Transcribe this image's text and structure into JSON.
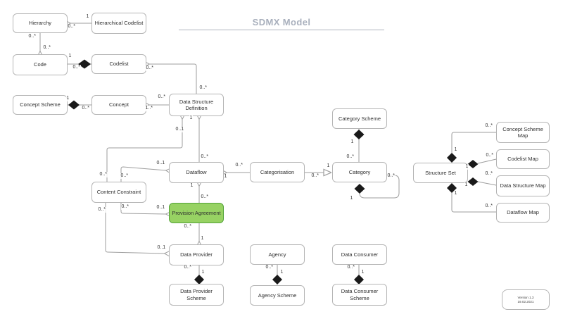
{
  "title": "SDMX Model",
  "version": {
    "line1": "Version 1.3",
    "line2": "19.02.2021"
  },
  "colors": {
    "highlight_fill": "#97d263",
    "highlight_border": "#54a339",
    "node_border": "#b5b5b5",
    "connector": "#9e9e9e",
    "title_color": "#a9b0bd",
    "diamond": "#1a1a1a"
  },
  "nodes": {
    "hierarchy": {
      "label": "Hierarchy"
    },
    "hierarchical_codelist": {
      "label": "Hierarchical Codelist"
    },
    "code": {
      "label": "Code"
    },
    "codelist": {
      "label": "Codelist"
    },
    "concept_scheme": {
      "label": "Concept Scheme"
    },
    "concept": {
      "label": "Concept"
    },
    "data_structure_definition": {
      "label": "Data Structure Definition"
    },
    "category_scheme": {
      "label": "Category Scheme"
    },
    "dataflow": {
      "label": "Dataflow"
    },
    "categorisation": {
      "label": "Categorisation"
    },
    "category": {
      "label": "Category"
    },
    "content_constraint": {
      "label": "Content Constraint"
    },
    "provision_agreement": {
      "label": "Provision Agreement"
    },
    "structure_set": {
      "label": "Structure Set"
    },
    "concept_scheme_map": {
      "label": "Concept Scheme Map"
    },
    "codelist_map": {
      "label": "Codelist Map"
    },
    "data_structure_map": {
      "label": "Data Structure Map"
    },
    "dataflow_map": {
      "label": "Dataflow Map"
    },
    "data_provider": {
      "label": "Data Provider"
    },
    "agency": {
      "label": "Agency"
    },
    "data_consumer": {
      "label": "Data Consumer"
    },
    "data_provider_scheme": {
      "label": "Data Provider Scheme"
    },
    "agency_scheme": {
      "label": "Agency Scheme"
    },
    "data_consumer_scheme": {
      "label": "Data Consumer Scheme"
    }
  },
  "edges": {
    "hierarchicalcodelist_hierarchy": {
      "source_label": "1",
      "target_label": "0..*"
    },
    "hierarchy_code": {
      "source_label": "0..*",
      "target_label": "0..*"
    },
    "code_codelist": {
      "source_label": "1",
      "target_label": "0..*"
    },
    "conceptscheme_concept": {
      "source_label": "1",
      "target_label": "0..*"
    },
    "dsd_concept": {
      "source_label": "0..*",
      "target_label": "1..*"
    },
    "dsd_codelist": {
      "source_label": "0..*",
      "target_label": "0..*"
    },
    "dataflow_dsd": {
      "source_label": "0..*",
      "target_label": "1"
    },
    "contentconstraint_dsd": {
      "source_label": "0..*",
      "target_label": "0..1"
    },
    "contentconstraint_dataflow": {
      "source_label": "0..*",
      "target_label": "0..1"
    },
    "contentconstraint_provisionagreement": {
      "source_label": "0..*",
      "target_label": "0..1"
    },
    "contentconstraint_dataprovider": {
      "source_label": "0..*",
      "target_label": "0..1"
    },
    "provisionagreement_dataflow": {
      "source_label": "0..*",
      "target_label": "1"
    },
    "provisionagreement_dataprovider": {
      "source_label": "0..*",
      "target_label": "1"
    },
    "dataprovider_scheme": {
      "source_label": "0..*",
      "target_label": "1"
    },
    "agency_scheme": {
      "source_label": "0..*",
      "target_label": "1"
    },
    "dataconsumer_scheme": {
      "source_label": "0..*",
      "target_label": "1"
    },
    "categoryscheme_category": {
      "source_label": "1",
      "target_label": "0..*"
    },
    "categorisation_dataflow": {
      "source_label": "0..*",
      "target_label": "1"
    },
    "categorisation_category": {
      "source_label": "0..*",
      "target_label": "1"
    },
    "category_self": {
      "source_label": "1",
      "target_label": "0..*"
    },
    "structureset_conceptschememap": {
      "source_label": "1",
      "target_label": "0..*"
    },
    "structureset_codelistmap": {
      "source_label": "1",
      "target_label": "0..*"
    },
    "structureset_datastructuremap": {
      "source_label": "1",
      "target_label": "0..*"
    },
    "structureset_dataflowmap": {
      "source_label": "1",
      "target_label": "0..*"
    }
  }
}
